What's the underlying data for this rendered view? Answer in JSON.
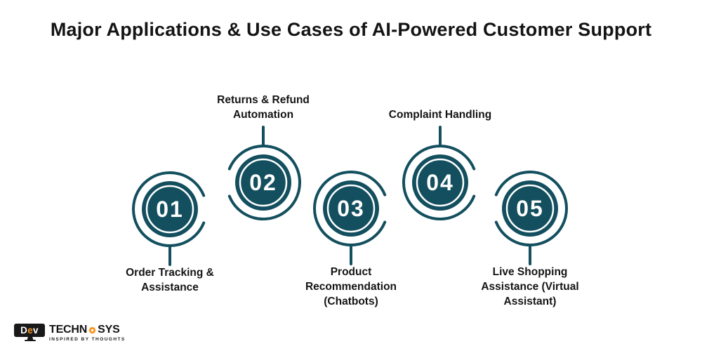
{
  "title": "Major Applications & Use Cases of AI-Powered Customer Support",
  "items": [
    {
      "number": "01",
      "label": "Order Tracking &\nAssistance"
    },
    {
      "number": "02",
      "label": "Returns & Refund\nAutomation"
    },
    {
      "number": "03",
      "label": "Product\nRecommendation\n(Chatbots)"
    },
    {
      "number": "04",
      "label": "Complaint Handling"
    },
    {
      "number": "05",
      "label": "Live Shopping\nAssistance (Virtual\nAssistant)"
    }
  ],
  "colors": {
    "teal": "#134f5e",
    "text": "#141414",
    "orange": "#f7941d",
    "background": "#ffffff"
  },
  "logo": {
    "monitor_d": "D",
    "monitor_e": "e",
    "monitor_v": "v",
    "brand_left": "TECHN",
    "brand_right": "SYS",
    "gear_icon": "gear-icon",
    "tagline": "INSPIRED BY THOUGHTS"
  }
}
